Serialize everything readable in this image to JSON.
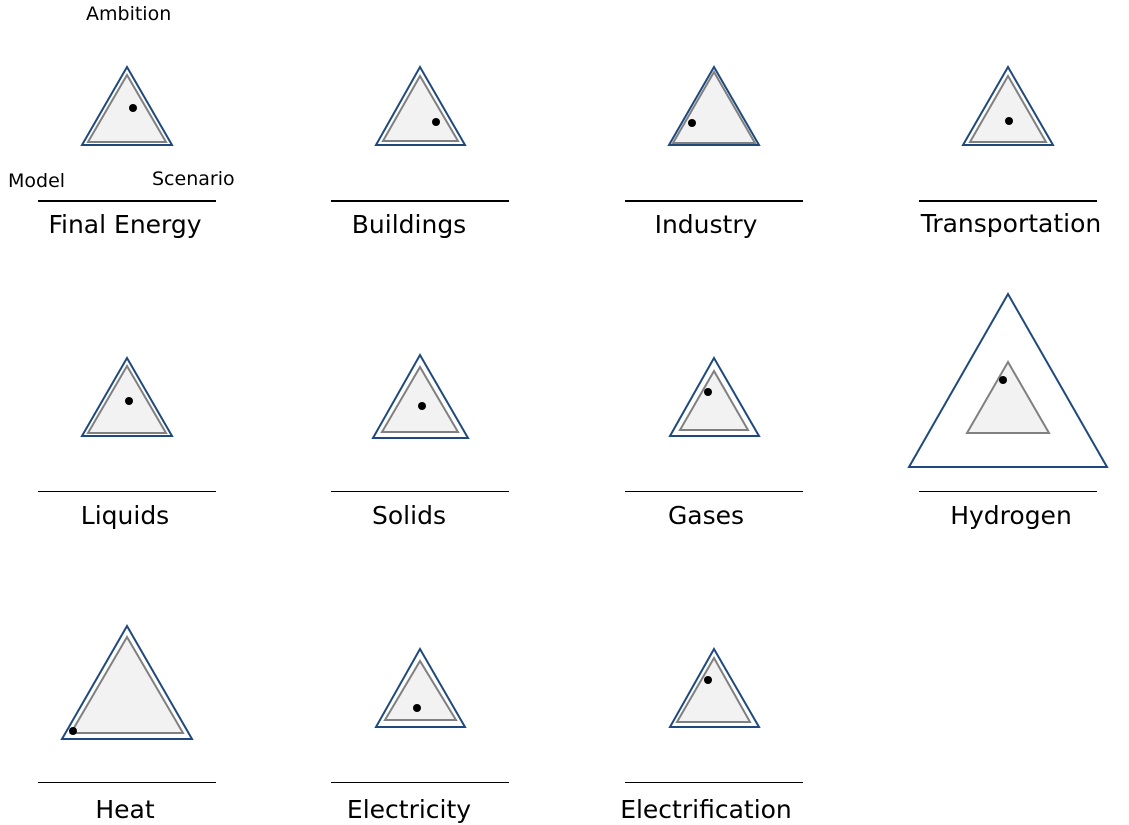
{
  "legend": {
    "top": "Ambition",
    "left": "Model",
    "right": "Scenario"
  },
  "colors": {
    "outer_triangle": "#1f497d",
    "inner_triangle": "#808080",
    "fill": "#f2f2f2",
    "dot": "#000000"
  },
  "panels": [
    {
      "name": "final-energy",
      "title": "Final Energy"
    },
    {
      "name": "buildings",
      "title": "Buildings"
    },
    {
      "name": "industry",
      "title": "Industry"
    },
    {
      "name": "transportation",
      "title": "Transportation"
    },
    {
      "name": "liquids",
      "title": "Liquids"
    },
    {
      "name": "solids",
      "title": "Solids"
    },
    {
      "name": "gases",
      "title": "Gases"
    },
    {
      "name": "hydrogen",
      "title": "Hydrogen"
    },
    {
      "name": "heat",
      "title": "Heat"
    },
    {
      "name": "electricity",
      "title": "Electricity"
    },
    {
      "name": "electrification",
      "title": "Electrification"
    }
  ]
}
